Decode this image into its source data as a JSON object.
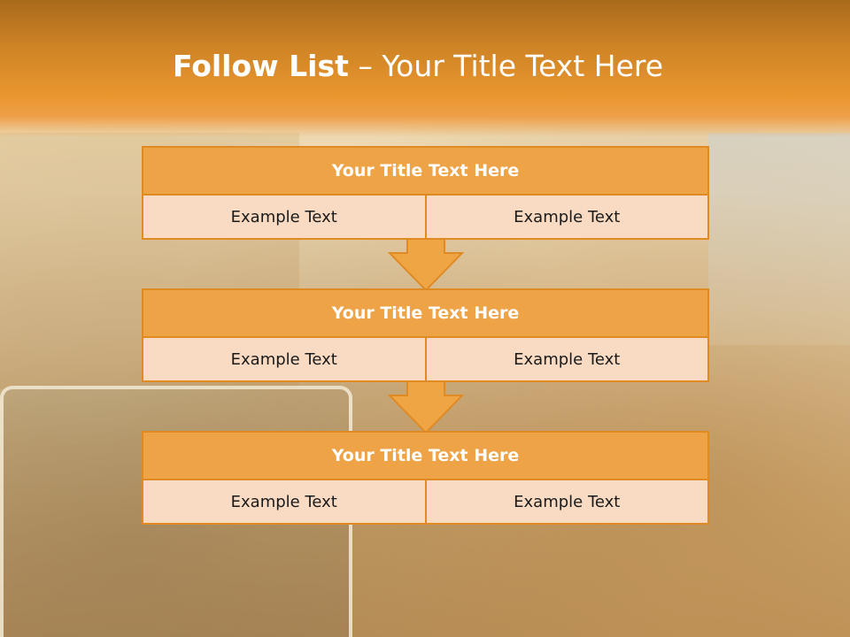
{
  "slide": {
    "title_bold": "Follow List",
    "title_rest": " – Your Title Text Here"
  },
  "steps": [
    {
      "title": "Your Title Text Here",
      "left": "Example Text",
      "right": "Example Text"
    },
    {
      "title": "Your Title Text Here",
      "left": "Example Text",
      "right": "Example Text"
    },
    {
      "title": "Your Title Text Here",
      "left": "Example Text",
      "right": "Example Text"
    }
  ],
  "colors": {
    "header": "#ea962e",
    "box_title": "#eea347",
    "box_border": "#e08a24",
    "box_cell": "#f9dbc3",
    "arrow": "#f0a545"
  }
}
